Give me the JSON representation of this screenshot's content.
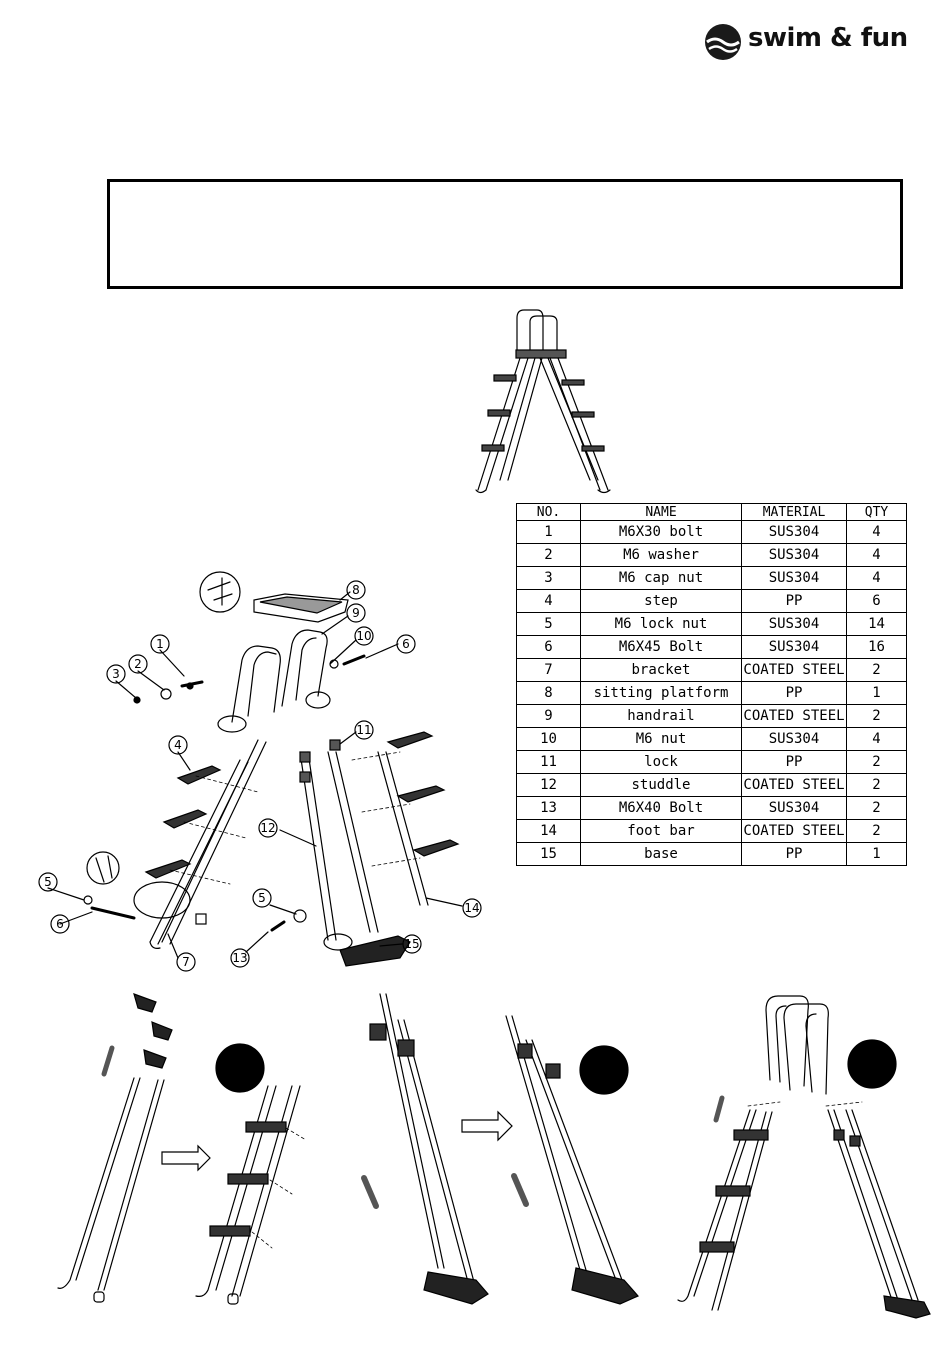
{
  "brand": {
    "name": "swim & fun"
  },
  "parts_table": {
    "headers": [
      "NO.",
      "NAME",
      "MATERIAL",
      "QTY"
    ],
    "rows": [
      [
        "1",
        "M6X30 bolt",
        "SUS304",
        "4"
      ],
      [
        "2",
        "M6 washer",
        "SUS304",
        "4"
      ],
      [
        "3",
        "M6 cap nut",
        "SUS304",
        "4"
      ],
      [
        "4",
        "step",
        "PP",
        "6"
      ],
      [
        "5",
        "M6 lock nut",
        "SUS304",
        "14"
      ],
      [
        "6",
        "M6X45 Bolt",
        "SUS304",
        "16"
      ],
      [
        "7",
        "bracket",
        "COATED STEEL",
        "2"
      ],
      [
        "8",
        "sitting platform",
        "PP",
        "1"
      ],
      [
        "9",
        "handrail",
        "COATED STEEL",
        "2"
      ],
      [
        "10",
        "M6 nut",
        "SUS304",
        "4"
      ],
      [
        "11",
        "lock",
        "PP",
        "2"
      ],
      [
        "12",
        "studdle",
        "COATED STEEL",
        "2"
      ],
      [
        "13",
        "M6X40 Bolt",
        "SUS304",
        "2"
      ],
      [
        "14",
        "foot bar",
        "COATED STEEL",
        "2"
      ],
      [
        "15",
        "base",
        "PP",
        "1"
      ]
    ]
  },
  "callouts": [
    "1",
    "2",
    "3",
    "4",
    "5",
    "5",
    "6",
    "6",
    "7",
    "8",
    "9",
    "10",
    "11",
    "12",
    "13",
    "14",
    "15"
  ]
}
